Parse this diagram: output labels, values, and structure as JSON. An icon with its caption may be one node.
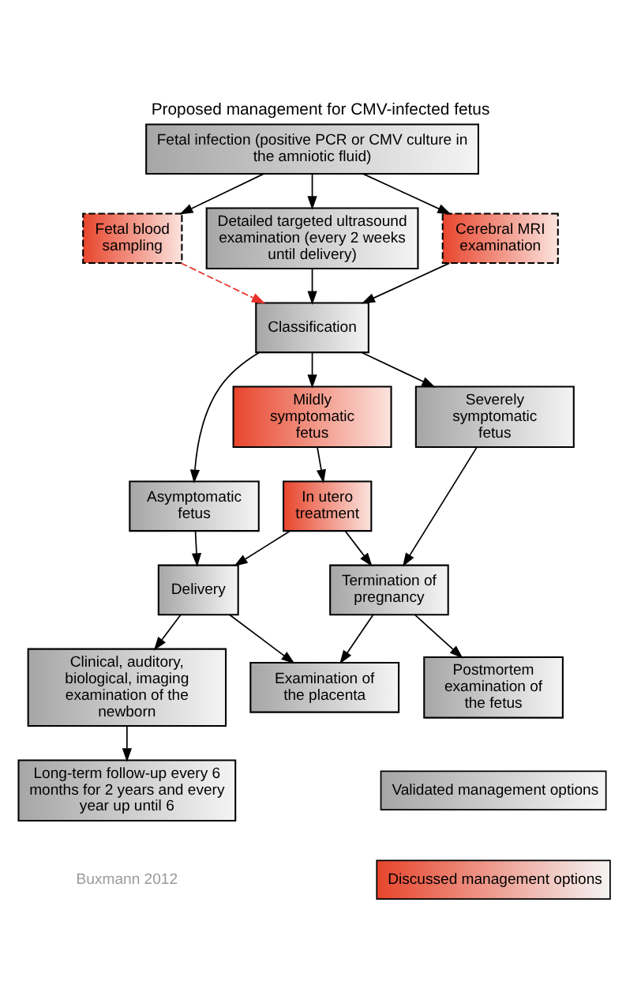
{
  "diagram": {
    "title": "Proposed management for CMV-infected fetus",
    "nodes": [
      {
        "text": [
          "Fetal infection (positive PCR or CMV culture in the amniotic fluid)"
        ]
      },
      {
        "text": [
          "Fetal blood sampling"
        ]
      },
      {
        "text": [
          "Detailed targeted ultrasound examination (every 2 weeks until delivery)"
        ]
      },
      {
        "text": [
          "Cerebral MRI examination"
        ]
      },
      {
        "text": [
          "Classification"
        ]
      },
      {
        "text": [
          "Asymptomatic fetus"
        ]
      },
      {
        "text": [
          "Mildly symptomatic fetus"
        ]
      },
      {
        "text": [
          "Severely symptomatic fetus"
        ]
      },
      {
        "text": [
          "In utero treatment"
        ]
      },
      {
        "text": [
          "Delivery"
        ]
      },
      {
        "text": [
          "Termination of pregnancy"
        ]
      },
      {
        "text": [
          "Clinical, auditory, biological, imaging examination of the newborn"
        ]
      },
      {
        "text": [
          "Examination of the placenta"
        ]
      },
      {
        "text": [
          "Postmortem examination of the fetus"
        ]
      },
      {
        "text": [
          "Long-term follow-up every 6 months for 2 years and every year up until 6"
        ]
      }
    ],
    "edges": [
      {
        "from": 0,
        "to": 1,
        "arrow": "to"
      },
      {
        "from": 0,
        "to": 2,
        "arrow": "to"
      },
      {
        "from": 0,
        "to": 3,
        "arrow": "to"
      },
      {
        "from": 1,
        "to": 4,
        "arrow": "to",
        "style": "dashed",
        "color": "#e8312a"
      },
      {
        "from": 2,
        "to": 4,
        "arrow": "to"
      },
      {
        "from": 3,
        "to": 4,
        "arrow": "to"
      },
      {
        "from": 4,
        "to": 5,
        "arrow": "to"
      },
      {
        "from": 4,
        "to": 6,
        "arrow": "to"
      },
      {
        "from": 4,
        "to": 7,
        "arrow": "to"
      },
      {
        "from": 6,
        "to": 8,
        "arrow": "to"
      },
      {
        "from": 5,
        "to": 9,
        "arrow": "to"
      },
      {
        "from": 8,
        "to": 9,
        "arrow": "to"
      },
      {
        "from": 8,
        "to": 10,
        "arrow": "to"
      },
      {
        "from": 7,
        "to": 10,
        "arrow": "to"
      },
      {
        "from": 9,
        "to": 11,
        "arrow": "to"
      },
      {
        "from": 9,
        "to": 12,
        "arrow": "to"
      },
      {
        "from": 10,
        "to": 12,
        "arrow": "to"
      },
      {
        "from": 10,
        "to": 13,
        "arrow": "to"
      },
      {
        "from": 11,
        "to": 14,
        "arrow": "to"
      }
    ],
    "labels": [
      "Buxmann 2012"
    ],
    "legend": [
      {
        "text": "Validated management options",
        "color": "#a6a6a6"
      },
      {
        "text": "Discussed management options",
        "color": "#e8452c"
      }
    ]
  }
}
